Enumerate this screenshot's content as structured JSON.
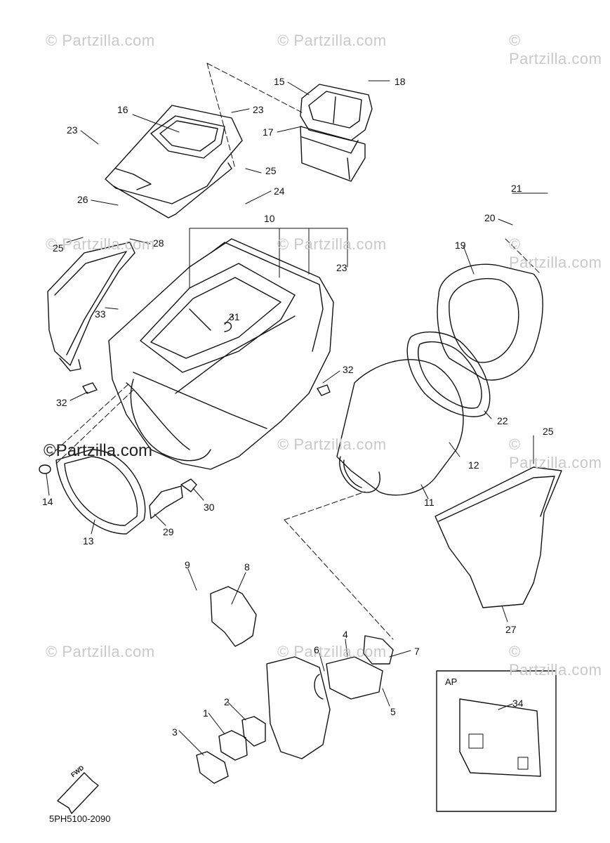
{
  "watermark": "© Partzilla.com",
  "watermark_dark": "©Partzilla.com",
  "diagram_code": "5PH5100-2090",
  "fwd_label": "FWD",
  "ap_label": "AP",
  "callouts": [
    "1",
    "2",
    "3",
    "4",
    "5",
    "6",
    "7",
    "8",
    "9",
    "10",
    "11",
    "12",
    "13",
    "14",
    "15",
    "16",
    "17",
    "18",
    "19",
    "20",
    "21",
    "22",
    "23",
    "23",
    "23",
    "24",
    "25",
    "25",
    "25",
    "26",
    "27",
    "28",
    "29",
    "30",
    "31",
    "32",
    "32",
    "33",
    "34"
  ]
}
